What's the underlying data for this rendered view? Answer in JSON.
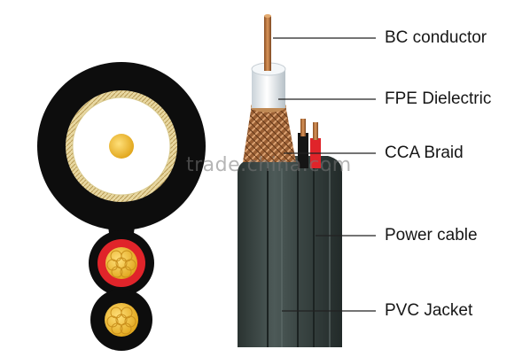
{
  "labels": {
    "bc_conductor": "BC conductor",
    "fpe_dielectric": "FPE Dielectric",
    "cca_braid": "CCA Braid",
    "power_cable": "Power cable",
    "pvc_jacket": "PVC Jacket"
  },
  "watermark": "trade.china.com",
  "colors": {
    "jacket": "#0d0d0d",
    "cable_sheath": "#3f4a48",
    "conductor": "#b87a3c",
    "dielectric": "#e9eef2",
    "braid": "#b27848",
    "braid_ring": "#e6d49a",
    "core": "#f4c542",
    "power_red": "#e0242a",
    "power_black": "#151515"
  },
  "icons": [
    "cable-cross-section",
    "cable-cutaway"
  ]
}
